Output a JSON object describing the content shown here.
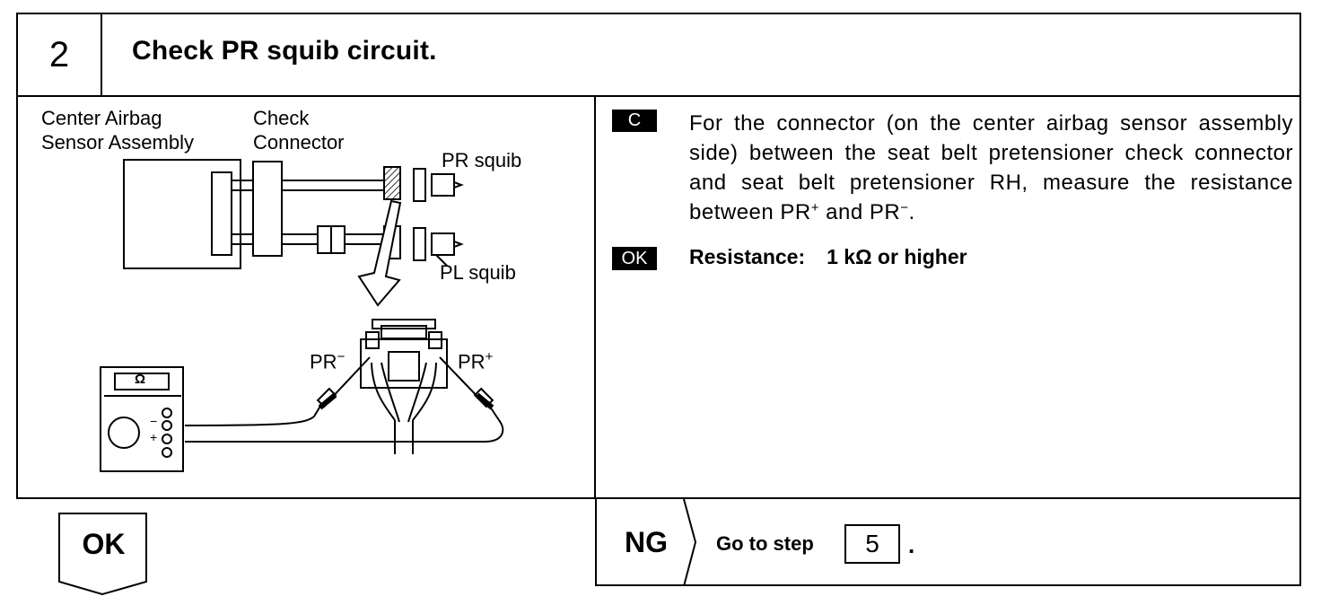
{
  "step": {
    "number": "2",
    "title": "Check PR squib circuit."
  },
  "diagram": {
    "labels": {
      "center_airbag_line1": "Center Airbag",
      "center_airbag_line2": "Sensor Assembly",
      "check_line1": "Check",
      "check_line2": "Connector",
      "pr_squib": "PR squib",
      "pl_squib": "PL squib",
      "pr_minus": "PR",
      "pr_plus": "PR",
      "minus_sign": "−",
      "plus_sign": "+",
      "ohm_symbol": "Ω",
      "meter_minus": "−",
      "meter_plus": "+"
    }
  },
  "instruction": {
    "badge": "C",
    "text_main": "For the connector (on the center airbag sensor assembly side) between the seat belt pretensioner check connector and seat belt pretensioner RH, measure the resistance between PR",
    "sup_plus": "+",
    "text_and": " and PR",
    "sup_minus": "−",
    "text_end": "."
  },
  "result": {
    "badge": "OK",
    "label": "Resistance:",
    "value": "1 kΩ or higher"
  },
  "ok_branch": {
    "label": "OK"
  },
  "ng_branch": {
    "label": "NG",
    "goto_text": "Go to step",
    "step_ref": "5",
    "period": "."
  }
}
